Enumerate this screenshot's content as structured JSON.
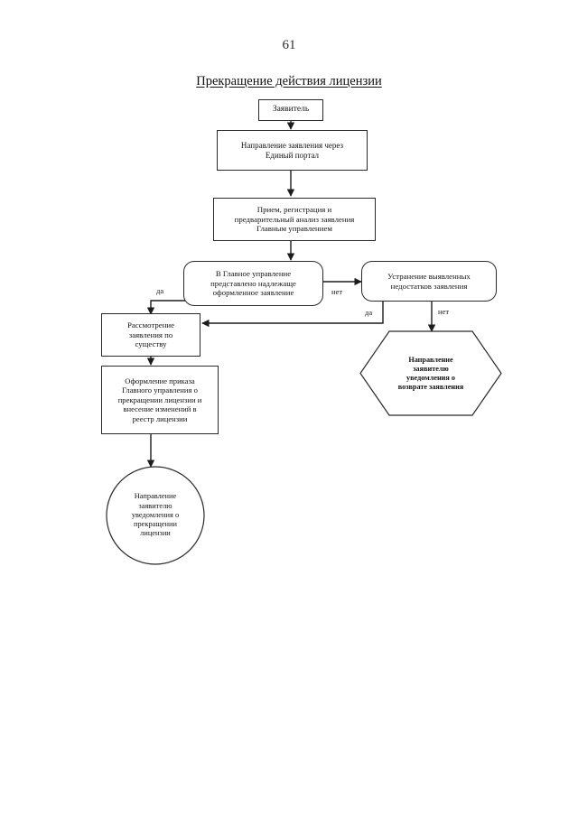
{
  "page": {
    "number": "61",
    "title": "Прекращение действия лицензии"
  },
  "flowchart": {
    "type": "flowchart",
    "orientation": "top-down",
    "nodes": [
      {
        "id": "applicant",
        "shape": "rectangle",
        "label": "Заявитель"
      },
      {
        "id": "submit",
        "shape": "rectangle",
        "label": "Направление заявления через\nЕдиный портал"
      },
      {
        "id": "intake",
        "shape": "rectangle",
        "label": "Прием, регистрация и\nпредварительный анализ заявления\nГлавным управлением"
      },
      {
        "id": "decision",
        "shape": "rounded-rectangle",
        "label": "В Главное управление\nпредставлено надлежаще\nоформленное заявление"
      },
      {
        "id": "fix-defects",
        "shape": "rounded-rectangle",
        "label": "Устранение выявленных\nнедостатков заявления"
      },
      {
        "id": "review",
        "shape": "rectangle",
        "label": "Рассмотрение\nзаявления по\nсуществу"
      },
      {
        "id": "order",
        "shape": "rectangle",
        "label": "Оформление приказа\nГлавного управления о\nпрекращении лицензии и\nвнесение изменений в\nреестр лицензии"
      },
      {
        "id": "notify-termination",
        "shape": "ellipse",
        "label": "Направление\nзаявителю\nуведомления о\nпрекращении\nлицензии"
      },
      {
        "id": "notify-return",
        "shape": "hexagon",
        "label": "Направление\nзаявителю\nуведомления о\nвозврате заявления"
      }
    ],
    "edges": [
      {
        "from": "applicant",
        "to": "submit",
        "label": ""
      },
      {
        "from": "submit",
        "to": "intake",
        "label": ""
      },
      {
        "from": "intake",
        "to": "decision",
        "label": ""
      },
      {
        "from": "decision",
        "to": "review",
        "label": "да"
      },
      {
        "from": "decision",
        "to": "fix-defects",
        "label": "нет"
      },
      {
        "from": "fix-defects",
        "to": "review",
        "label": "да"
      },
      {
        "from": "fix-defects",
        "to": "notify-return",
        "label": "нет"
      },
      {
        "from": "review",
        "to": "order",
        "label": ""
      },
      {
        "from": "order",
        "to": "notify-termination",
        "label": ""
      }
    ],
    "edge_labels": {
      "decision_yes": "да",
      "decision_no": "нет",
      "fix_yes": "да",
      "fix_no": "нет"
    },
    "colors": {
      "stroke": "#2a2a2a",
      "fill": "#ffffff",
      "text": "#141414"
    }
  }
}
